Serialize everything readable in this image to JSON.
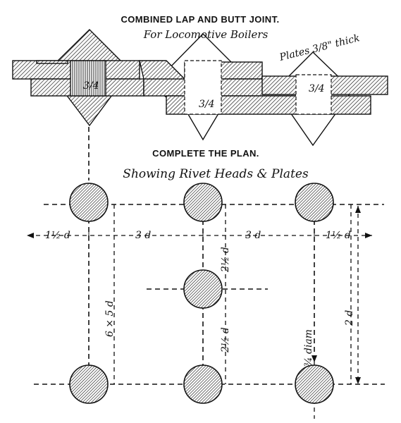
{
  "title": "COMBINED LAP AND BUTT JOINT.",
  "subtitle": "For Locomotive Boilers",
  "plate_note": "Plates 3/8\" thick",
  "plan_title": "COMPLETE THE PLAN.",
  "plan_subtitle": "Showing Rivet Heads & Plates",
  "section_labels": [
    "3/4",
    "3/4",
    "3/4"
  ],
  "dimensions": {
    "edge_left": "1½ d",
    "pitch_left": "3 d",
    "pitch_right": "3 d",
    "edge_right": "1½ d",
    "vertical_left": "6 × 5 d",
    "vertical_center_upper": "2½ d",
    "vertical_center_lower": "2½ d",
    "vertical_right": "2 d",
    "rivet_diameter": "¾ diam"
  },
  "rivets": [
    {
      "row": 1,
      "col": 1
    },
    {
      "row": 1,
      "col": 2
    },
    {
      "row": 1,
      "col": 3
    },
    {
      "row": 2,
      "col": 2
    },
    {
      "row": 3,
      "col": 1
    },
    {
      "row": 3,
      "col": 2
    },
    {
      "row": 3,
      "col": 3
    }
  ]
}
